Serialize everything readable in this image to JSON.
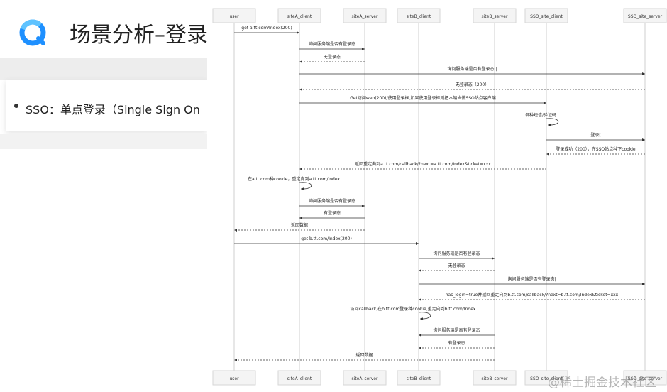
{
  "slide": {
    "title": "场景分析–登录",
    "bullet": "SSO：单点登录（Single Sign On"
  },
  "watermark": "@稀土掘金技术社区",
  "diagram": {
    "actors": [
      "user",
      "siteA_client",
      "siteA_server",
      "siteB_client",
      "siteB_server",
      "SSO_site_client",
      "SSO_site_server"
    ],
    "messages": [
      {
        "from": 0,
        "to": 1,
        "label": "get a.tt.com/Index(200)",
        "style": "solid"
      },
      {
        "from": 1,
        "to": 2,
        "label": "询问服务端是否有登录态",
        "style": "solid"
      },
      {
        "from": 2,
        "to": 1,
        "label": "无登录态",
        "style": "dashed"
      },
      {
        "from": 1,
        "to": 6,
        "label": "询问服务端是否有登录态||",
        "style": "solid"
      },
      {
        "from": 6,
        "to": 1,
        "label": "无登录态（200）",
        "style": "dashed"
      },
      {
        "from": 1,
        "to": 5,
        "label": "Get访问web(200)/使用登录框,如果使用登录框则把本端当做SSO站点客户端",
        "style": "solid"
      },
      {
        "from": 5,
        "to": 5,
        "label": "各种短信/验证码",
        "style": "self"
      },
      {
        "from": 5,
        "to": 6,
        "label": "登录[",
        "style": "solid"
      },
      {
        "from": 6,
        "to": 5,
        "label": "登录成功（200），在SSO站点种下cookie",
        "style": "dashed"
      },
      {
        "from": 5,
        "to": 1,
        "label": "返回重定向到a.tt.com/callback/?next=a.tt.com/Index&ticket=xxx",
        "style": "dashed"
      },
      {
        "from": 1,
        "to": 1,
        "label": "在a.tt.com种cookie，重定向到a.tt.com/Index",
        "style": "self"
      },
      {
        "from": 1,
        "to": 2,
        "label": "询问服务端是否有登录态",
        "style": "solid"
      },
      {
        "from": 2,
        "to": 1,
        "label": "有登录态",
        "style": "solid"
      },
      {
        "from": 2,
        "to": 0,
        "label": "返回数据",
        "style": "dashed"
      },
      {
        "from": 0,
        "to": 3,
        "label": "get b.tt.com/Index(200)",
        "style": "solid"
      },
      {
        "from": 3,
        "to": 4,
        "label": "询问服务端是否有登录态",
        "style": "solid"
      },
      {
        "from": 4,
        "to": 3,
        "label": "无登录态",
        "style": "dashed"
      },
      {
        "from": 3,
        "to": 6,
        "label": "询问服务端是否有登录态|",
        "style": "solid"
      },
      {
        "from": 6,
        "to": 3,
        "label": "has_login=true并返回重定向到b.tt.com/callback/?next=b.tt.com/Index&ticket=xxx",
        "style": "dashed"
      },
      {
        "from": 3,
        "to": 3,
        "label": "访问callback,在b.tt.com登录种cookie,重定向到b.tt.com/Index",
        "style": "self"
      },
      {
        "from": 4,
        "to": 3,
        "label": "询问服务端是否有登录态",
        "style": "solid"
      },
      {
        "from": 4,
        "to": 3,
        "label": "有登录态",
        "style": "dashed"
      },
      {
        "from": 4,
        "to": 0,
        "label": "返回数据",
        "style": "dashed"
      }
    ]
  }
}
